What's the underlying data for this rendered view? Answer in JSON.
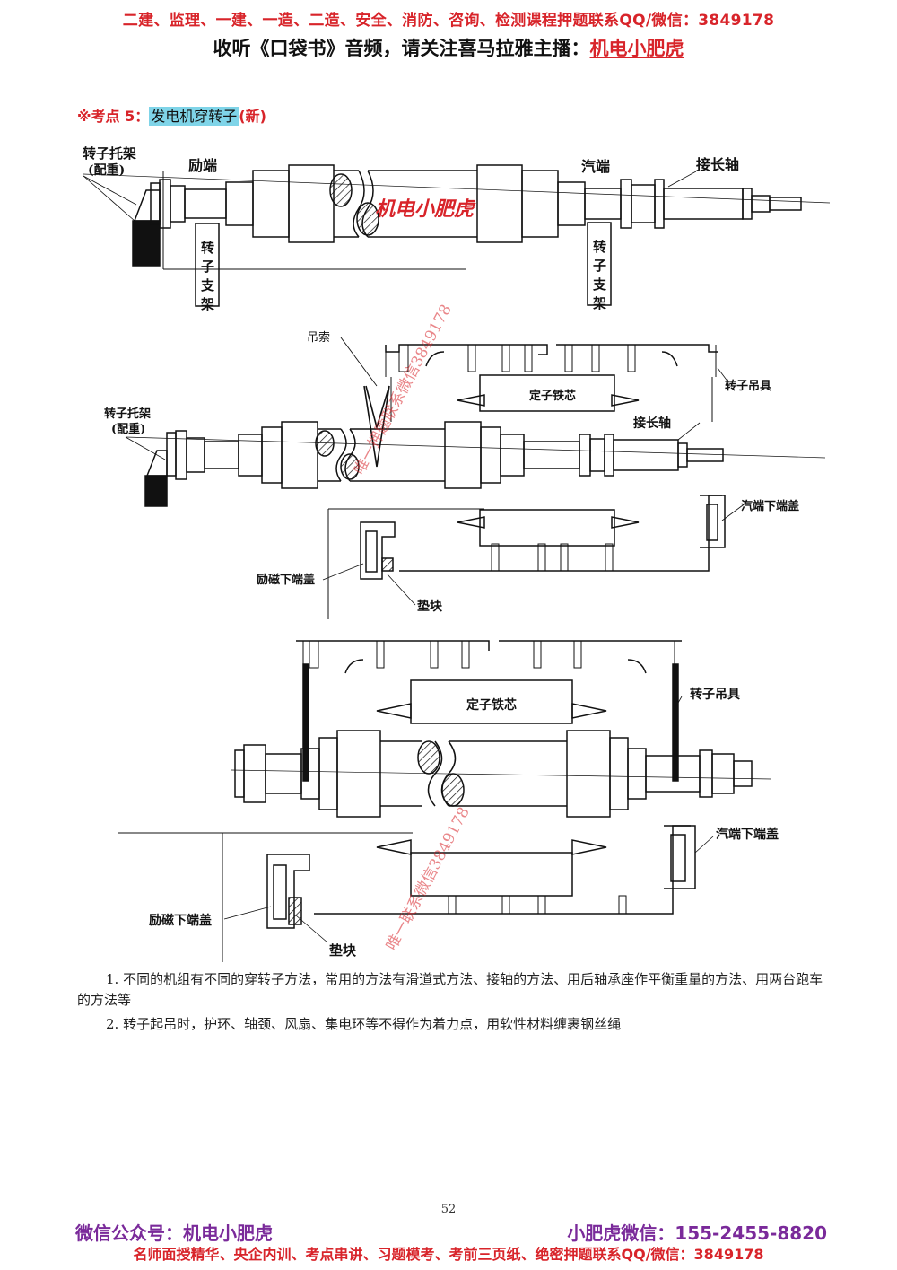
{
  "header": {
    "line1": "二建、监理、一建、一造、二造、安全、消防、咨询、检测课程押题联系QQ/微信：3849178",
    "line2_prefix": "收听《口袋书》音频，请关注喜马拉雅主播：",
    "line2_brand": "机电小肥虎"
  },
  "section": {
    "prefix": "※考点 5：",
    "title": "发电机穿转子",
    "suffix": "(新)"
  },
  "diagram1": {
    "rotor_bracket": "转子托架",
    "counterweight": "(配重)",
    "exciter_end": "励端",
    "turbine_end": "汽端",
    "extension_shaft": "接长轴",
    "rotor_support_left": "转子支架",
    "rotor_support_right": "转子支架",
    "watermark": "机电小肥虎"
  },
  "diagram2": {
    "sling": "吊索",
    "rotor_bracket": "转子托架",
    "counterweight": "(配重)",
    "stator_core": "定子铁芯",
    "rotor_lifter": "转子吊具",
    "extension_shaft": "接长轴",
    "turbine_lower_cover": "汽端下端盖",
    "exciter_lower_cover": "励磁下端盖",
    "pad_block": "垫块",
    "watermark": "唯一押题联系微信3849178"
  },
  "diagram3": {
    "stator_core": "定子铁芯",
    "rotor_lifter": "转子吊具",
    "turbine_lower_cover": "汽端下端盖",
    "exciter_lower_cover": "励磁下端盖",
    "pad_block": "垫块",
    "watermark": "唯一联系微信3849178"
  },
  "notes": {
    "p1": "1. 不同的机组有不同的穿转子方法，常用的方法有滑道式方法、接轴的方法、用后轴承座作平衡重量的方法、用两台跑车的方法等",
    "p2": "2. 转子起吊时，护环、轴颈、风扇、集电环等不得作为着力点，用软性材料缠裹钢丝绳"
  },
  "page_number": "52",
  "footer": {
    "left": "微信公众号：机电小肥虎",
    "right": "小肥虎微信：155-2455-8820",
    "bottom": "名师面授精华、央企内训、考点串讲、习题模考、考前三页纸、绝密押题联系QQ/微信：3849178"
  }
}
